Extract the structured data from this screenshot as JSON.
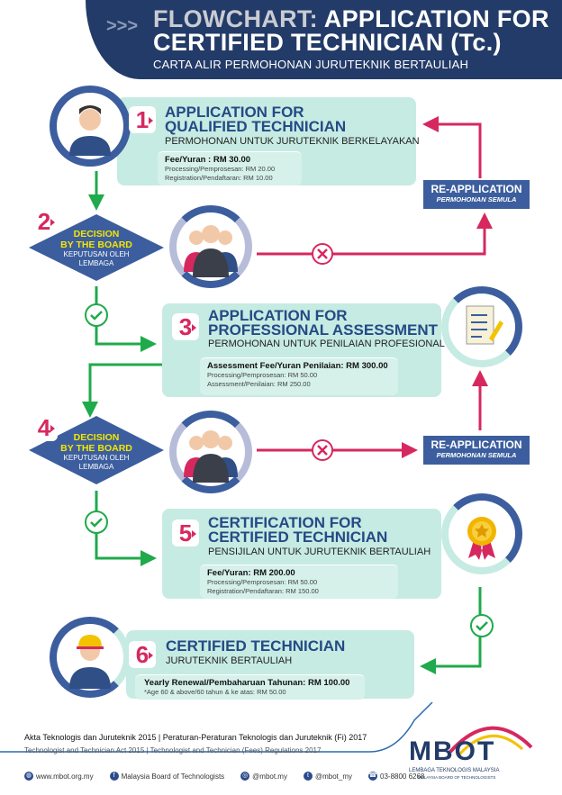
{
  "header": {
    "prefix": ">>>",
    "title_grey": "FLOWCHART:",
    "title_white1": "APPLICATION FOR",
    "title_line2": "CERTIFIED TECHNICIAN (Tc.)",
    "subtitle": "CARTA ALIR PERMOHONAN JURUTEKNIK BERTAULIAH"
  },
  "steps": [
    {
      "num": "1",
      "title1": "APPLICATION FOR",
      "title2": "QUALIFIED TECHNICIAN",
      "subtitle": "PERMOHONAN UNTUK JURUTEKNIK BERKELAYAKAN",
      "fee": "Fee/Yuran : RM 30.00",
      "lines": [
        "Processing/Pemprosesan: RM 20.00",
        "Registration/Pendaftaran: RM 10.00"
      ]
    },
    {
      "num": "2",
      "title1": "DECISION",
      "title2": "BY THE BOARD",
      "subtitle1": "KEPUTUSAN OLEH",
      "subtitle2": "LEMBAGA"
    },
    {
      "num": "3",
      "title1": "APPLICATION FOR",
      "title2": "PROFESSIONAL ASSESSMENT",
      "subtitle": "PERMOHONAN UNTUK PENILAIAN PROFESIONAL",
      "fee": "Assessment Fee/Yuran Penilaian: RM 300.00",
      "lines": [
        "Processing/Pemprosesan: RM 50.00",
        "Assessment/Penilaian: RM 250.00"
      ]
    },
    {
      "num": "4",
      "title1": "DECISION",
      "title2": "BY THE BOARD",
      "subtitle1": "KEPUTUSAN OLEH",
      "subtitle2": "LEMBAGA"
    },
    {
      "num": "5",
      "title1": "CERTIFICATION FOR",
      "title2": "CERTIFIED TECHNICIAN",
      "subtitle": "PENSIJILAN UNTUK JURUTEKNIK BERTAULIAH",
      "fee": "Fee/Yuran: RM 200.00",
      "lines": [
        "Processing/Pemprosesan: RM 50.00",
        "Registration/Pendaftaran: RM 150.00"
      ]
    },
    {
      "num": "6",
      "title1": "CERTIFIED TECHNICIAN",
      "subtitle": "JURUTEKNIK BERTAULIAH",
      "fee": "Yearly Renewal/Pembaharuan Tahunan: RM 100.00",
      "lines": [
        "*Age 60 & above/60 tahun & ke atas: RM 50.00"
      ]
    }
  ],
  "reapplication": {
    "title": "RE-APPLICATION",
    "subtitle": "PERMOHONAN SEMULA"
  },
  "footer": {
    "law1": "Akta Teknologis dan Juruteknik 2015 | Peraturan-Peraturan Teknologis dan Juruteknik (Fi) 2017",
    "law2": "Technologist and Technician Act 2015 | Technologist and Technician (Fees) Regulations 2017",
    "links": [
      {
        "icon": "globe-icon",
        "text": "www.mbot.org.my"
      },
      {
        "icon": "facebook-icon",
        "text": "Malaysia Board of Technologists"
      },
      {
        "icon": "instagram-icon",
        "text": "@mbot.my"
      },
      {
        "icon": "twitter-icon",
        "text": "@mbot_my"
      },
      {
        "icon": "phone-icon",
        "text": "03-8800 6268"
      }
    ],
    "logo": "MBOT",
    "logo_sub1": "LEMBAGA TEKNOLOGIS MALAYSIA",
    "logo_sub2": "MALAYSIA BOARD OF TECHNOLOGISTS"
  },
  "colors": {
    "navy": "#233b68",
    "teal": "#c6ebe2",
    "green": "#1faa4b",
    "red": "#d6285f",
    "blue": "#3c5e9e"
  }
}
